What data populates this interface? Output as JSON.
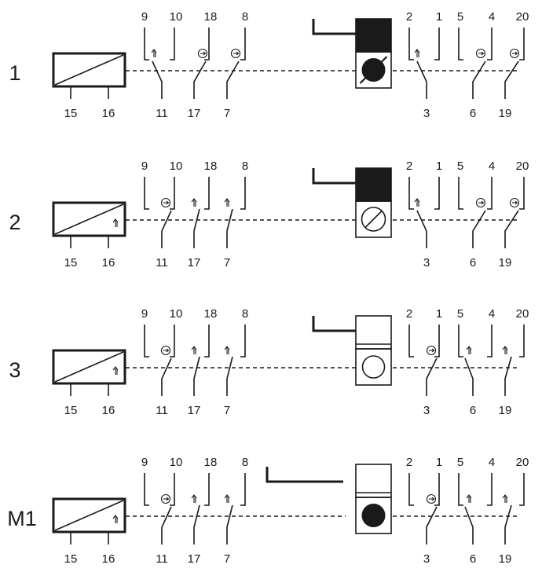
{
  "rows": [
    {
      "label": "1",
      "coil": {
        "terminals": [
          "15",
          "16"
        ],
        "arrow": false
      },
      "group1": [
        {
          "top": "9",
          "common": "11",
          "close": "10",
          "symbol": "arrow",
          "closed_to": "left"
        },
        {
          "top": "18",
          "common": "17",
          "symbol": "dot",
          "closed_to": "top"
        },
        {
          "top": "8",
          "common": "7",
          "symbol": "dot",
          "closed_to": "top"
        }
      ],
      "indicator": {
        "flag": "down",
        "disc": "filled-slash"
      },
      "group2": [
        {
          "top": "2",
          "close": "1",
          "common": "3",
          "symbol": "arrow",
          "closed_to": "left"
        },
        {
          "top": "5",
          "close": "4",
          "common": "6",
          "symbol": "dot",
          "closed_to": "right"
        },
        {
          "top": "20",
          "common": "19",
          "symbol": "dot",
          "closed_to": "top"
        }
      ]
    },
    {
      "label": "2",
      "coil": {
        "terminals": [
          "15",
          "16"
        ],
        "arrow": true
      },
      "group1": [
        {
          "top": "9",
          "close": "10",
          "common": "11",
          "symbol": "dot",
          "closed_to": "right"
        },
        {
          "top": "18",
          "common": "17",
          "symbol": "arrow",
          "closed_to": "open"
        },
        {
          "top": "8",
          "common": "7",
          "symbol": "arrow",
          "closed_to": "open"
        }
      ],
      "indicator": {
        "flag": "down",
        "disc": "open-slash"
      },
      "group2": [
        {
          "top": "2",
          "close": "1",
          "common": "3",
          "symbol": "arrow",
          "closed_to": "left"
        },
        {
          "top": "5",
          "close": "4",
          "common": "6",
          "symbol": "dot",
          "closed_to": "right"
        },
        {
          "top": "20",
          "common": "19",
          "symbol": "dot",
          "closed_to": "top"
        }
      ]
    },
    {
      "label": "3",
      "coil": {
        "terminals": [
          "15",
          "16"
        ],
        "arrow": true
      },
      "group1": [
        {
          "top": "9",
          "close": "10",
          "common": "11",
          "symbol": "dot",
          "closed_to": "right"
        },
        {
          "top": "18",
          "common": "17",
          "symbol": "arrow",
          "closed_to": "open"
        },
        {
          "top": "8",
          "common": "7",
          "symbol": "arrow",
          "closed_to": "open"
        }
      ],
      "indicator": {
        "flag": "up",
        "disc": "open-circle"
      },
      "group2": [
        {
          "top": "2",
          "close": "1",
          "common": "3",
          "symbol": "dot",
          "closed_to": "right"
        },
        {
          "top": "5",
          "close": "4",
          "common": "6",
          "symbol": "arrow",
          "closed_to": "open"
        },
        {
          "top": "20",
          "common": "19",
          "symbol": "arrow",
          "closed_to": "open"
        }
      ]
    },
    {
      "label": "M1",
      "coil": {
        "terminals": [
          "15",
          "16"
        ],
        "arrow": true
      },
      "group1": [
        {
          "top": "9",
          "close": "10",
          "common": "11",
          "symbol": "dot",
          "closed_to": "right"
        },
        {
          "top": "18",
          "common": "17",
          "symbol": "arrow",
          "closed_to": "open"
        },
        {
          "top": "8",
          "common": "7",
          "symbol": "arrow",
          "closed_to": "open"
        }
      ],
      "indicator": {
        "flag": "released",
        "disc": "filled-circle"
      },
      "group2": [
        {
          "top": "2",
          "close": "1",
          "common": "3",
          "symbol": "dot",
          "closed_to": "right"
        },
        {
          "top": "5",
          "close": "4",
          "common": "6",
          "symbol": "arrow",
          "closed_to": "open"
        },
        {
          "top": "20",
          "common": "19",
          "symbol": "arrow",
          "closed_to": "open"
        }
      ]
    }
  ],
  "colors": {
    "ink": "#1a1a1a",
    "background": "#ffffff"
  }
}
